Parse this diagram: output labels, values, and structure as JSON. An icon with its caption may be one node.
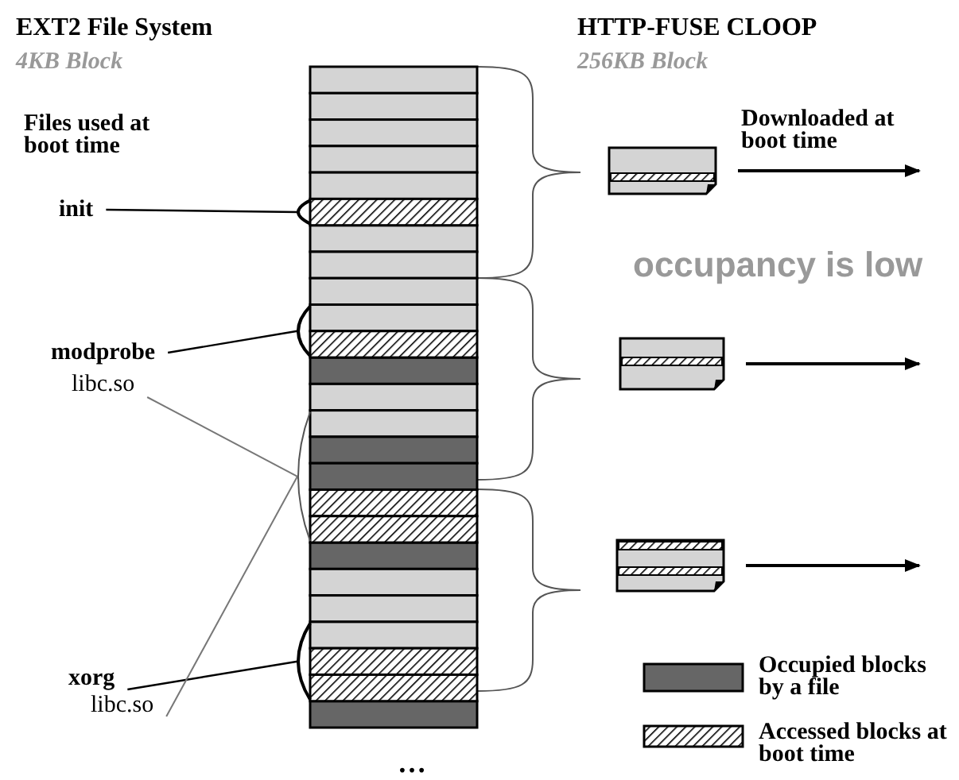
{
  "diagram": {
    "nodes": [
      {
        "text": [
          "init"
        ]
      },
      {
        "text": [
          "modprobe"
        ]
      },
      {
        "text": [
          "libc.so"
        ]
      },
      {
        "text": [
          "xorg"
        ]
      },
      {
        "text": [
          "libc.so"
        ]
      },
      {
        "text": [],
        "shape": "bar"
      },
      {
        "text": [],
        "shape": "bar"
      },
      {
        "text": [],
        "shape": "bar"
      },
      {
        "text": [],
        "shape": "bar"
      },
      {
        "text": [],
        "shape": "box"
      },
      {
        "text": [],
        "shape": "box"
      },
      {
        "text": [],
        "shape": "box"
      }
    ],
    "edges": [
      {
        "from": 0,
        "to": 5,
        "arrow": "none"
      },
      {
        "from": 1,
        "to": 6,
        "arrow": "none"
      },
      {
        "from": 2,
        "to": 7,
        "arrow": "none",
        "color": "#777777"
      },
      {
        "from": 3,
        "to": 8,
        "arrow": "none"
      },
      {
        "from": 4,
        "to": 7,
        "arrow": "none",
        "color": "#777777"
      },
      {
        "from": 9,
        "to": null,
        "arrow": "to"
      },
      {
        "from": 10,
        "to": null,
        "arrow": "to"
      },
      {
        "from": 11,
        "to": null,
        "arrow": "to"
      }
    ],
    "labels": [
      "EXT2 File System",
      "4KB Block",
      "HTTP-FUSE CLOOP",
      "256KB Block",
      "Files used at boot time",
      "Downloaded at boot time",
      "occupancy is low",
      "…"
    ],
    "legend": [
      {
        "text": "Occupied blocks by a file",
        "color": "#666666"
      },
      {
        "text": "Accessed blocks at boot time"
      }
    ]
  }
}
